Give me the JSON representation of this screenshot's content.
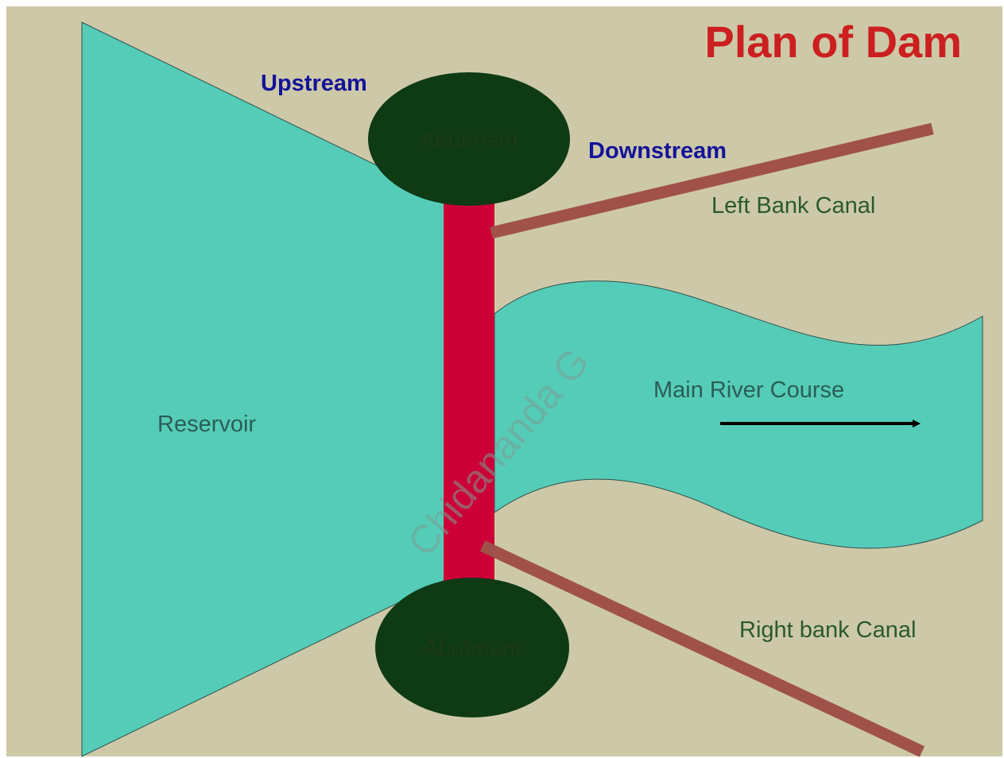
{
  "title": "Plan of Dam",
  "labels": {
    "upstream": "Upstream",
    "downstream": "Downstream",
    "abutment_top": "Abutment",
    "abutment_bottom": "Abutment",
    "left_bank_canal": "Left Bank Canal",
    "right_bank_canal": "Right bank Canal",
    "reservoir": "Reservoir",
    "main_river_course": "Main River Course",
    "watermark": "Chidananda G"
  },
  "colors": {
    "background": "#cdc9a8",
    "water": "#55ccb8",
    "dam": "#cc0036",
    "abutment": "#0e3a14",
    "canal": "#a0524a",
    "title": "#cc1f1f",
    "direction_text": "#14129a",
    "label_text": "#2a5a2a",
    "water_label_text": "#2b5e57",
    "arrow": "#000000",
    "watermark": "#7b9e93"
  },
  "icons": {
    "flow_direction": "right-arrow-icon"
  }
}
